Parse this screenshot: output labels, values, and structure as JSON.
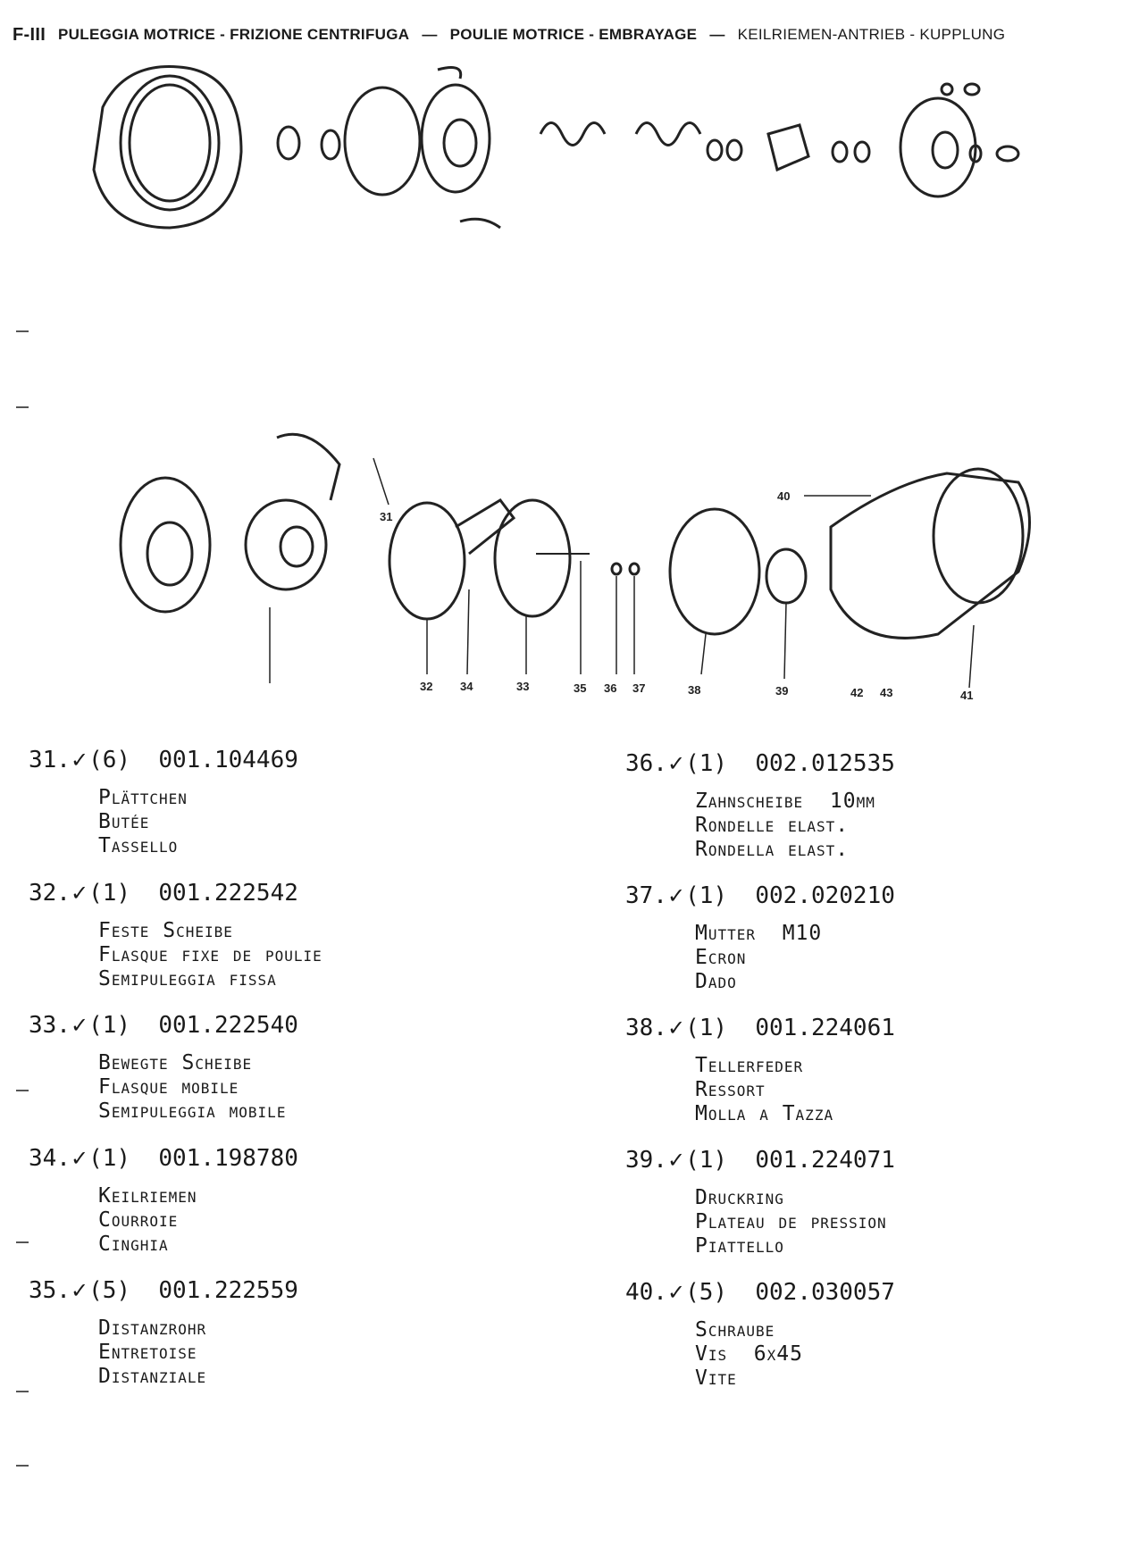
{
  "header": {
    "code": "F-III",
    "title_it": "PULEGGIA MOTRICE - FRIZIONE CENTRIFUGA",
    "title_fr": "POULIE MOTRICE - EMBRAYAGE",
    "title_de": "KEILRIEMEN-ANTRIEB - KUPPLUNG",
    "sep": "—"
  },
  "callouts": [
    "31",
    "32",
    "34",
    "33",
    "35",
    "36",
    "37",
    "38",
    "39",
    "40",
    "41",
    "42",
    "43"
  ],
  "parts": [
    {
      "num": "31.",
      "check": "✓",
      "qty": "(6)",
      "code": "001.104469",
      "desc": [
        "Plättchen",
        "Butée",
        "Tassello"
      ]
    },
    {
      "num": "32.",
      "check": "✓",
      "qty": "(1)",
      "code": "001.222542",
      "desc": [
        "Feste Scheibe",
        "Flasque fixe de poulie",
        "Semipuleggia fissa"
      ]
    },
    {
      "num": "33.",
      "check": "✓",
      "qty": "(1)",
      "code": "001.222540",
      "desc": [
        "Bewegte Scheibe",
        "Flasque mobile",
        "Semipuleggia mobile"
      ]
    },
    {
      "num": "34.",
      "check": "✓",
      "qty": "(1)",
      "code": "001.198780",
      "desc": [
        "Keilriemen",
        "Courroie",
        "Cinghia"
      ]
    },
    {
      "num": "35.",
      "check": "✓",
      "qty": "(5)",
      "code": "001.222559",
      "desc": [
        "Distanzrohr",
        "Entretoise",
        "Distanziale"
      ]
    },
    {
      "num": "36.",
      "check": "✓",
      "qty": "(1)",
      "code": "002.012535",
      "desc": [
        "Zahnscheibe  10mm",
        "Rondelle elast.",
        "Rondella elast."
      ]
    },
    {
      "num": "37.",
      "check": "✓",
      "qty": "(1)",
      "code": "002.020210",
      "desc": [
        "Mutter  M10",
        "Ecron",
        "Dado"
      ]
    },
    {
      "num": "38.",
      "check": "✓",
      "qty": "(1)",
      "code": "001.224061",
      "desc": [
        "Tellerfeder",
        "Ressort",
        "Molla a Tazza"
      ]
    },
    {
      "num": "39.",
      "check": "✓",
      "qty": "(1)",
      "code": "001.224071",
      "desc": [
        "Druckring",
        "Plateau de pression",
        "Piattello"
      ]
    },
    {
      "num": "40.",
      "check": "✓",
      "qty": "(5)",
      "code": "002.030057",
      "desc": [
        "Schraube",
        "Vis  6x45",
        "Vite"
      ]
    }
  ]
}
